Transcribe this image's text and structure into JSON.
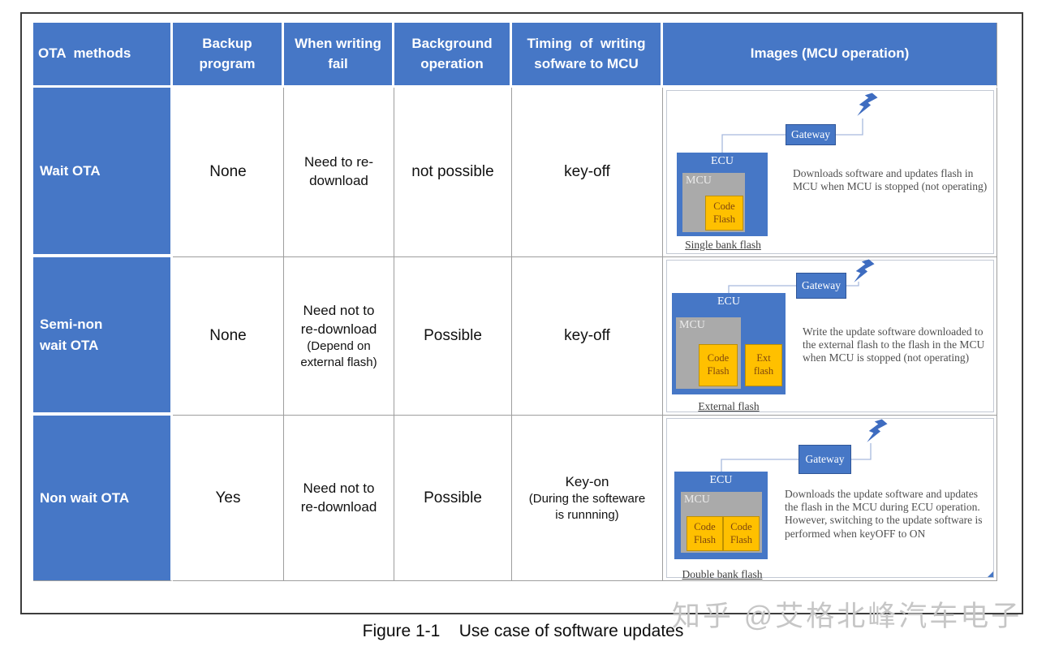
{
  "colors": {
    "table_blue": "#4677c6",
    "flash_yellow": "#ffc000",
    "flash_border": "#bf9000",
    "gateway_border": "#2f5597",
    "mcu_gray": "#aaaaaa",
    "connector": "#a7b9dd",
    "grid_line": "#9e9e9e"
  },
  "table": {
    "headers": {
      "method": "OTA  methods",
      "backup": "Backup\nprogram",
      "when_fail": "When writing\nfail",
      "background": "Background\noperation",
      "timing": "Timing  of  writing\nsofware to MCU",
      "images": "Images (MCU operation)"
    },
    "rows": [
      {
        "method": "Wait OTA",
        "backup": "None",
        "when_fail": "Need to re-\ndownload",
        "background": "not possible",
        "timing": "key-off"
      },
      {
        "method": "Semi-non\nwait OTA",
        "backup": "None",
        "when_fail": "Need not to\nre-download",
        "when_fail_sub": "(Depend on\nexternal flash)",
        "background": "Possible",
        "timing": "key-off"
      },
      {
        "method": "Non wait OTA",
        "backup": "Yes",
        "when_fail": "Need not to\nre-download",
        "background": "Possible",
        "timing": "Key-on",
        "timing_sub": "(During the softeware\nis runnning)"
      }
    ]
  },
  "diagrams": [
    {
      "ecu": "ECU",
      "mcu": "MCU",
      "flash_a": "Code Flash",
      "gateway": "Gateway",
      "caption": "Single bank flash",
      "description": "Downloads software and updates flash in MCU when MCU is stopped (not operating)"
    },
    {
      "ecu": "ECU",
      "mcu": "MCU",
      "flash_a": "Code Flash",
      "flash_b": "Ext flash",
      "gateway": "Gateway",
      "caption": "External flash",
      "description": "Write the update software downloaded to the external flash to the flash in the MCU when MCU is stopped (not operating)"
    },
    {
      "ecu": "ECU",
      "mcu": "MCU",
      "flash_a": "Code Flash",
      "flash_b": "Code Flash",
      "gateway": "Gateway",
      "caption": "Double bank flash",
      "description": "Downloads the update software and updates the flash in the MCU during ECU operation.  However, switching to the update software is performed when keyOFF to ON"
    }
  ],
  "figure": {
    "caption": "Figure 1-1    Use case of software updates"
  },
  "watermark": "知乎 @艾格北峰汽车电子"
}
